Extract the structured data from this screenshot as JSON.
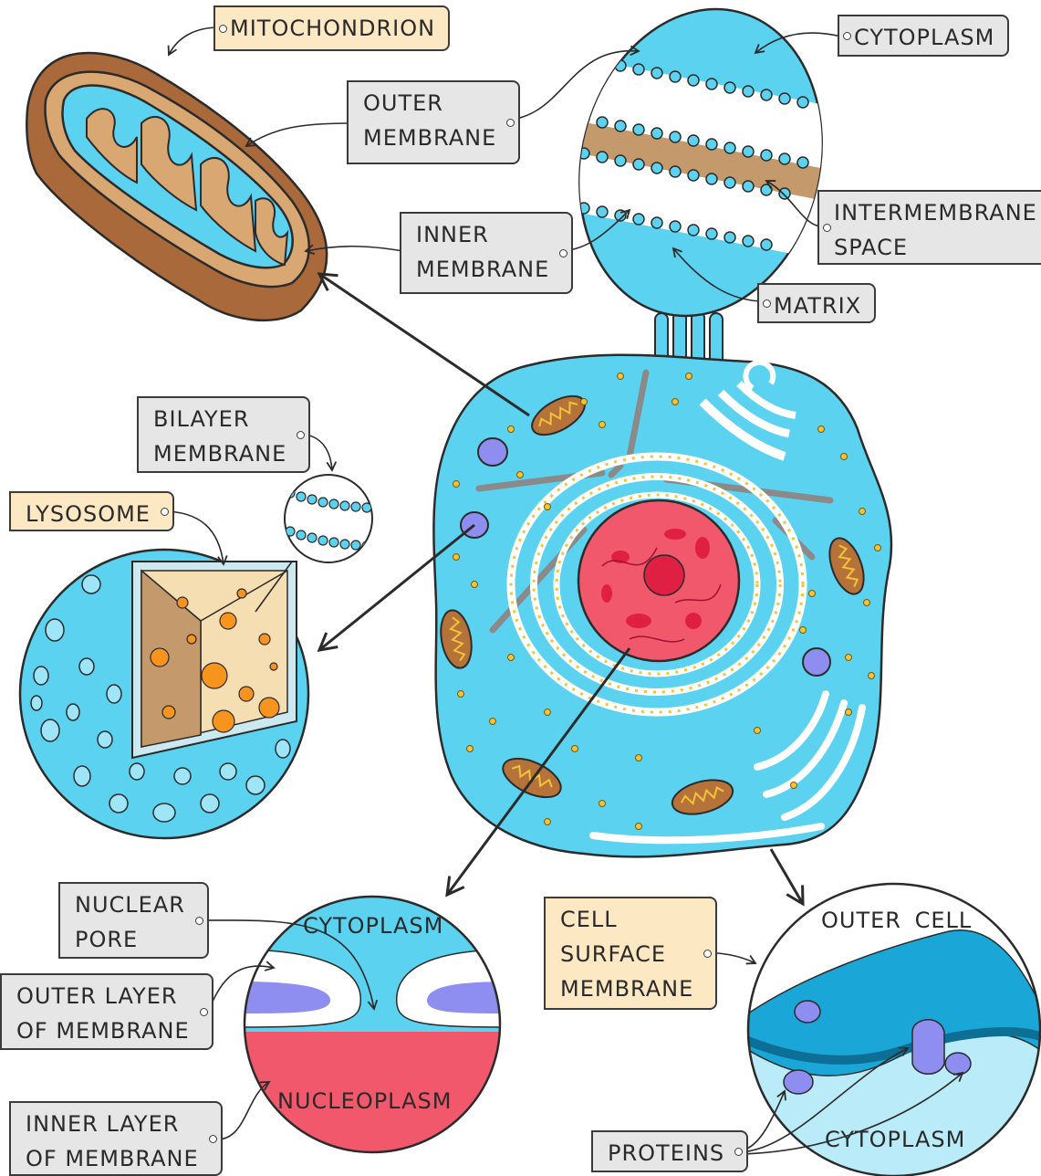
{
  "labels": {
    "mitochondrion": "MITOCHONDRION",
    "outer_membrane": "OUTER\nMEMBRANE",
    "inner_membrane": "INNER\nMEMBRANE",
    "cytoplasm_top": "CYTOPLASM",
    "intermembrane_space": "INTERMEMBRANE\nSPACE",
    "matrix": "MATRIX",
    "bilayer_membrane": "BILAYER\nMEMBRANE",
    "lysosome": "LYSOSOME",
    "nuclear_pore": "NUCLEAR\nPORE",
    "outer_layer": "OUTER LAYER\nOF MEMBRANE",
    "inner_layer": "INNER LAYER\nOF MEMBRANE",
    "cell_surface_membrane": "CELL\nSURFACE\nMEMBRANE",
    "proteins": "PROTEINS"
  },
  "inset_text": {
    "nucleus_cytoplasm": "CYTOPLASM",
    "nucleoplasm": "NUCLEOPLASM",
    "outer_cell": "OUTER CELL",
    "membrane_cytoplasm": "CYTOPLASM"
  },
  "colors": {
    "cell_blue": "#5bd3f0",
    "outline": "#2b2b2b",
    "mito_brown": "#b5733a",
    "nucleus_red": "#f2586c",
    "label_grey": "#e6e6e6",
    "label_tan": "#fde8c4",
    "lysosome_orange": "#f7941d",
    "vesicle_purple": "#8e8ef0"
  }
}
